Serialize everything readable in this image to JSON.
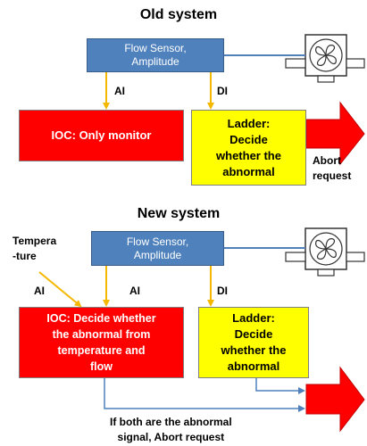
{
  "old_system": {
    "title": "Old system",
    "sensor_label": "Flow Sensor,\nAmplitude",
    "signal_ai": "AI",
    "signal_di": "DI",
    "ioc_box": "IOC: Only monitor",
    "ladder_box": "Ladder:\nDecide\nwhether the\nabnormal",
    "abort_label": "Abort\nrequest"
  },
  "new_system": {
    "title": "New system",
    "sensor_label": "Flow Sensor,\nAmplitude",
    "temperature_label": "Tempera\n-ture",
    "signal_ai_temp": "AI",
    "signal_ai_flow": "AI",
    "signal_di": "DI",
    "ioc_box": "IOC: Decide whether\nthe abnormal  from\ntemperature and\nflow",
    "ladder_box": "Ladder:\nDecide\nwhether the\nabnormal",
    "abort_label": "If both are the abnormal\nsignal, Abort request"
  },
  "colors": {
    "sensor_fill": "#4f81bd",
    "ioc_fill": "#ff0000",
    "ladder_fill": "#ffff00",
    "arrow_orange": "#f5b800",
    "line_blue": "#4f81bd",
    "abort_arrow": "#ff0000"
  },
  "icons": [
    "fan-icon",
    "fan-icon"
  ]
}
